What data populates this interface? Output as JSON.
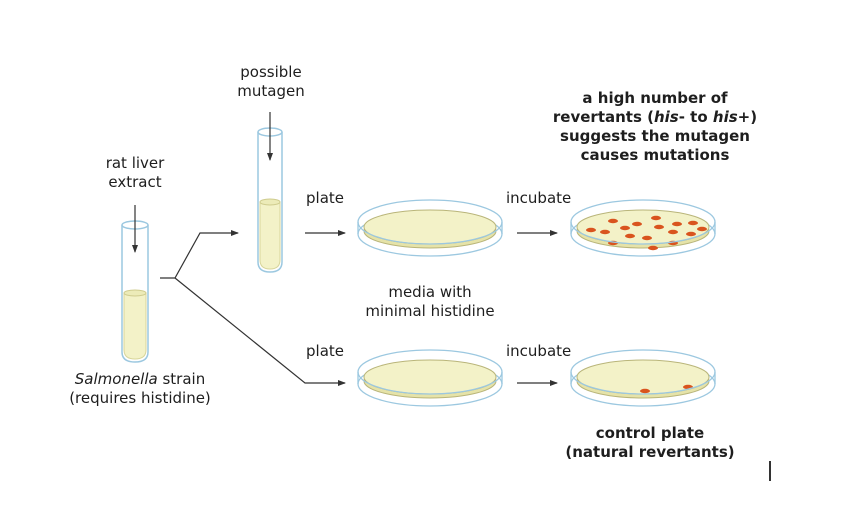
{
  "diagram": {
    "title": "Ames test schematic",
    "labels": {
      "rat_liver": [
        "rat liver",
        "extract"
      ],
      "possible_mutagen": [
        "possible",
        "mutagen"
      ],
      "salmonella_italic": "Salmonella",
      "salmonella_rest": " strain",
      "requires_histidine": "(requires histidine)",
      "plate_top": "plate",
      "plate_bottom": "plate",
      "incubate_top": "incubate",
      "incubate_bottom": "incubate",
      "media": [
        "media with",
        "minimal histidine"
      ],
      "result_line1": "a high number of",
      "result_line2_a": "revertants (",
      "result_line2_his1": "his",
      "result_line2_b": "- to ",
      "result_line2_his2": "his",
      "result_line2_c": "+)",
      "result_line3": "suggests the mutagen",
      "result_line4": "causes mutations",
      "control_line1": "control plate",
      "control_line2": "(natural revertants)"
    },
    "colors": {
      "tube_outline": "#9cc8e0",
      "media_fill": "#f3f2c8",
      "media_edge": "#b9b57a",
      "colony": "#d9541e",
      "arrow": "#333333"
    },
    "colony_counts": {
      "test_plate": 17,
      "control_plate": 2
    }
  }
}
